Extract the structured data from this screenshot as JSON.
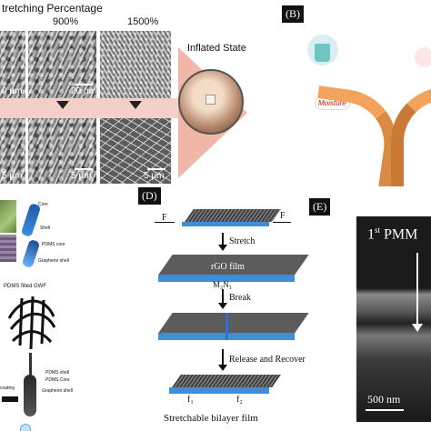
{
  "panel_a": {
    "header": "tretching Percentage",
    "pct_900": "900%",
    "pct_1500": "1500%",
    "inflated_state": "Inflated State",
    "scale_20um": "20 µm",
    "scale_0um": "0 µm",
    "scale_5um": "5 µm",
    "scale_5um_b": "5 µm",
    "scale_5um_c": "5 µm"
  },
  "panel_b": {
    "tag": "(B)",
    "moisture": "Moisture"
  },
  "panel_c": {
    "core": "Core",
    "shell": "Shell",
    "pdms_core": "PDMS core",
    "graphene_shell": "Graphene shell",
    "pdms_filled": "PDMS filled GWF",
    "pdms_shell": "PDMS shell",
    "pdms_core2": "PDMS Core",
    "graphene_shell2": "Graphene shell",
    "coating": "coating"
  },
  "panel_d": {
    "tag": "(D)",
    "force_left": "F",
    "force_right": "F",
    "stretch": "Stretch",
    "film_label": "rGO film",
    "substrate": "M₃N₃",
    "break": "Break",
    "release": "Release and Recover",
    "f1": "f₁",
    "f2": "f₂",
    "caption": "Stretchable bilayer film"
  },
  "panel_e": {
    "tag": "(E)",
    "layer_label_main": "1",
    "layer_label_sup": "st",
    "layer_label_rest": "PMM",
    "scale": "500 nm"
  }
}
